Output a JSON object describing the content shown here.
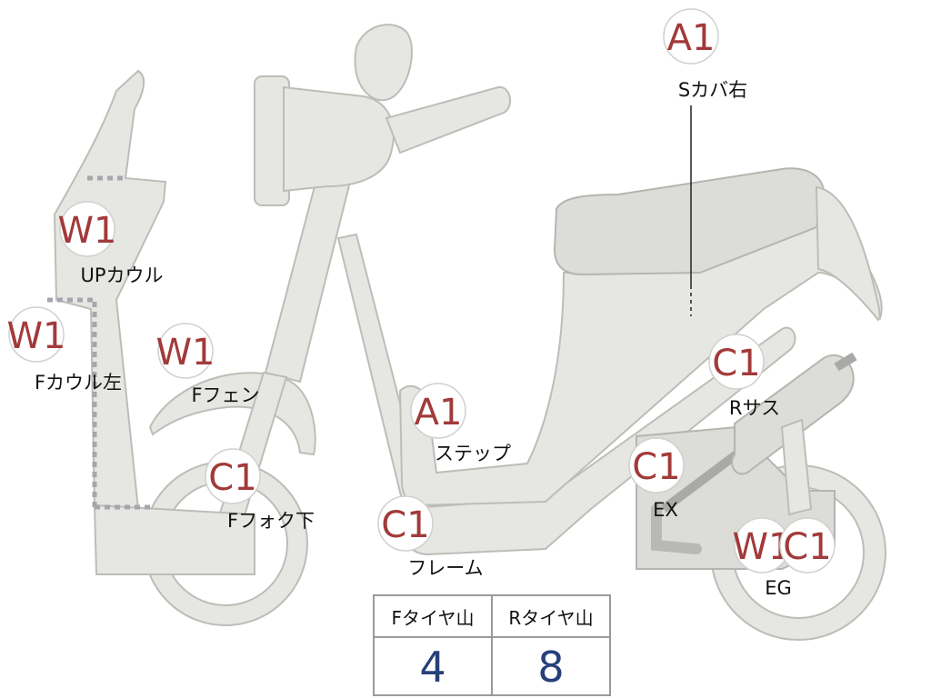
{
  "parts": [
    {
      "id": "s-cover-right",
      "code": "A1",
      "label": "Sカバ右"
    },
    {
      "id": "up-cowl",
      "code": "W1",
      "label": "UPカウル"
    },
    {
      "id": "f-cowl-left",
      "code": "W1",
      "label": "Fカウル左"
    },
    {
      "id": "f-fender",
      "code": "W1",
      "label": "Fフェン"
    },
    {
      "id": "step",
      "code": "A1",
      "label": "ステップ"
    },
    {
      "id": "f-fork-lower",
      "code": "C1",
      "label": "Fフォク下"
    },
    {
      "id": "frame",
      "code": "C1",
      "label": "フレーム"
    },
    {
      "id": "r-suspension",
      "code": "C1",
      "label": "Rサス"
    },
    {
      "id": "exhaust",
      "code": "C1",
      "label": "EX"
    },
    {
      "id": "engine",
      "code": "W1",
      "code2": "C1",
      "label": "EG"
    }
  ],
  "tire_table": {
    "headers": [
      "Fタイヤ山",
      "Rタイヤ山"
    ],
    "values": [
      "4",
      "8"
    ]
  },
  "colors": {
    "part_fill": "#e6e6e3",
    "badge_text": "#a23a3a",
    "value_text": "#27407a"
  }
}
